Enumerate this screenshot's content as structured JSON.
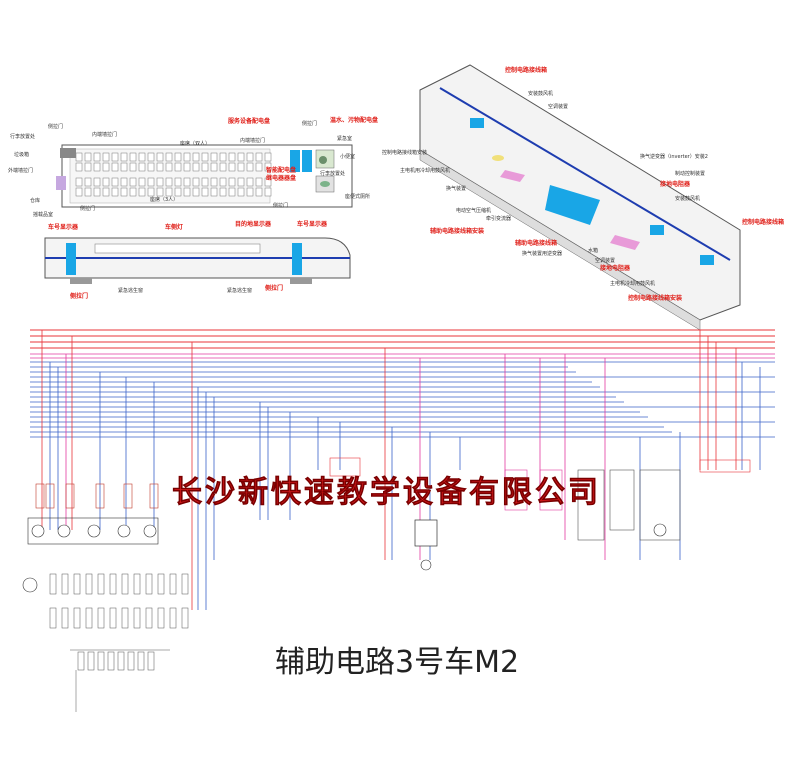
{
  "title": "辅助电路3号车M2",
  "watermark": "长沙新快速教学设备有限公司",
  "colors": {
    "red_bus": "#e8343a",
    "pink_bus": "#e23aa0",
    "blue_bus": "#3a63c9",
    "cyan_box": "#19a6e6",
    "label_red": "#e0201a"
  },
  "floor_plan": {
    "left_labels": [
      "行李放置处",
      "垃圾箱",
      "外端墙拉门",
      "仓库",
      "摇载品室"
    ],
    "top_labels": [
      "侧拉门",
      "内端墙拉门",
      "座席（双人）",
      "服务设备配电盘",
      "内端墙拉门",
      "侧拉门"
    ],
    "bottom_labels": [
      "侧拉门",
      "座席（3人）",
      "侧拉门"
    ],
    "right_labels": [
      "温水、污物配电盘",
      "紧急室",
      "小便室",
      "行李放置处",
      "座便式厕所"
    ],
    "red_center": [
      "智能配电盘",
      "继电器器盘"
    ]
  },
  "side_view": {
    "red_labels": [
      "车号显示器",
      "车侧灯",
      "目的地显示器",
      "车号显示器"
    ],
    "bottom_labels": [
      "侧拉门",
      "紧急逃生窗",
      "紧急逃生窗",
      "侧拉门"
    ]
  },
  "iso_view": {
    "red_labels": [
      "控制电路接线箱",
      "辅助电路接线箱安装",
      "辅助电路接线箱",
      "接地电阻器",
      "控制电路接线箱",
      "接地电阻器",
      "控制电路接线箱安装"
    ],
    "labels": [
      "安装鼓风机",
      "空调装置",
      "控制电路接线箱安装",
      "主电机用冷却用鼓风机",
      "换气装置",
      "电动空气压缩机",
      "牵引变流器",
      "换气装置用逆变器",
      "换气逆变器（inverter）安装2",
      "制动控制装置",
      "安装鼓风机",
      "水箱",
      "空调装置",
      "主电机冷却用鼓风机"
    ]
  }
}
